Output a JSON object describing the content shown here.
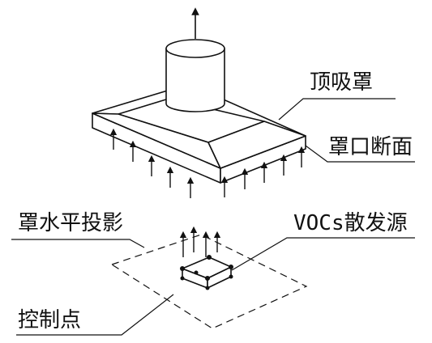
{
  "labels": {
    "top_hood": "顶吸罩",
    "hood_section": "罩口断面",
    "hood_projection": "罩水平投影",
    "voc_source": "VOCs散发源",
    "control_point": "控制点"
  },
  "colors": {
    "stroke": "#111111",
    "background": "#ffffff"
  }
}
